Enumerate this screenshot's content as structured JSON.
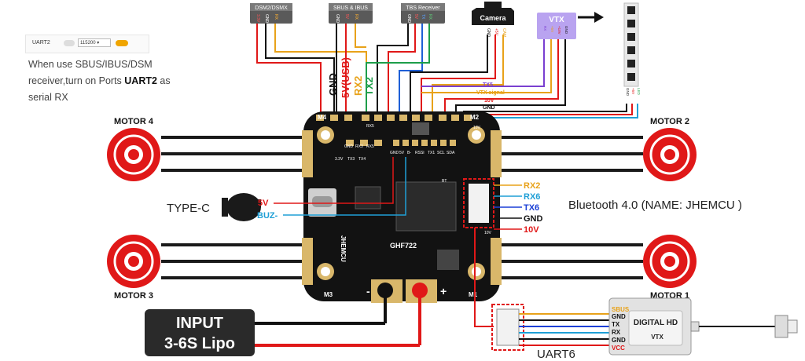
{
  "uart_setting": {
    "port": "UART2",
    "baud": "115200"
  },
  "note": {
    "prefix": "When use SBUS/IBUS/DSM receiver,turn on Ports ",
    "port": "UART2",
    "suffix": " as serial RX"
  },
  "receivers": {
    "dsm": {
      "title": "DSM2/DSMX",
      "pins": [
        "3.3V",
        "GND",
        "RX"
      ]
    },
    "sbus": {
      "title": "SBUS & IBUS",
      "pins": [
        "GND",
        "5V",
        "RX"
      ]
    },
    "tbs": {
      "title": "TBS Receiver",
      "pins": [
        "GND",
        "5V",
        "TX",
        "RX"
      ]
    }
  },
  "camera": {
    "title": "Camera",
    "pins": [
      "GND",
      "+5V",
      "CAM"
    ]
  },
  "vtx_module": {
    "title": "VTX",
    "pins": [
      "RX",
      "+5V",
      "+10V",
      "GND"
    ]
  },
  "led_strip": {
    "pins": [
      "GND",
      "+5V",
      "LED"
    ]
  },
  "wire_labels": {
    "gnd": "GND",
    "usb5v": "5V(USB)",
    "rx2": "RX2",
    "tx2": "TX2"
  },
  "vtx_bus": [
    "TX5",
    "VTX signal",
    "10V",
    "GND"
  ],
  "motors": [
    "MOTOR 4",
    "MOTOR 2",
    "MOTOR 3",
    "MOTOR 1"
  ],
  "board": {
    "model": "GHF722",
    "brand": "JHEMCU",
    "corners": [
      "M4",
      "M2",
      "M3",
      "M1"
    ],
    "polarity": [
      "-",
      "+"
    ],
    "pads_row1": [
      "GND",
      "RX3",
      "RX5"
    ],
    "pads_row2": [
      "3.3V",
      "TX3",
      "TX4"
    ],
    "pads_row3": [
      "GND",
      "5V",
      "B-",
      "RSSI",
      "TX1",
      "SCL",
      "SDA"
    ],
    "misc": [
      "RX5",
      "10V",
      "BT",
      "10V"
    ]
  },
  "left_labels": {
    "type_c": "TYPE-C",
    "v5": "5V",
    "buz": "BUZ-"
  },
  "uart6_pins": [
    {
      "label": "RX2",
      "color": "#e8a21a"
    },
    {
      "label": "RX6",
      "color": "#1f9fd6"
    },
    {
      "label": "TX6",
      "color": "#1a3fd6"
    },
    {
      "label": "GND",
      "color": "#111111"
    },
    {
      "label": "10V",
      "color": "#e01818"
    }
  ],
  "bluetooth": "Bluetooth 4.0 (NAME: JHEMCU )",
  "input": {
    "line1": "INPUT",
    "line2": "3-6S Lipo"
  },
  "uart6_label": "UART6",
  "digital_vtx": {
    "title": "DIGITAL HD",
    "subtitle": "VTX",
    "pins": [
      "SBUS",
      "GND",
      "TX",
      "RX",
      "GND",
      "VCC"
    ]
  },
  "colors": {
    "red": "#e01818",
    "orange": "#e8a21a",
    "green": "#1e9e4a",
    "blue": "#1f9fd6",
    "purple": "#7a3fd0",
    "dark_blue": "#1a3fd6"
  }
}
